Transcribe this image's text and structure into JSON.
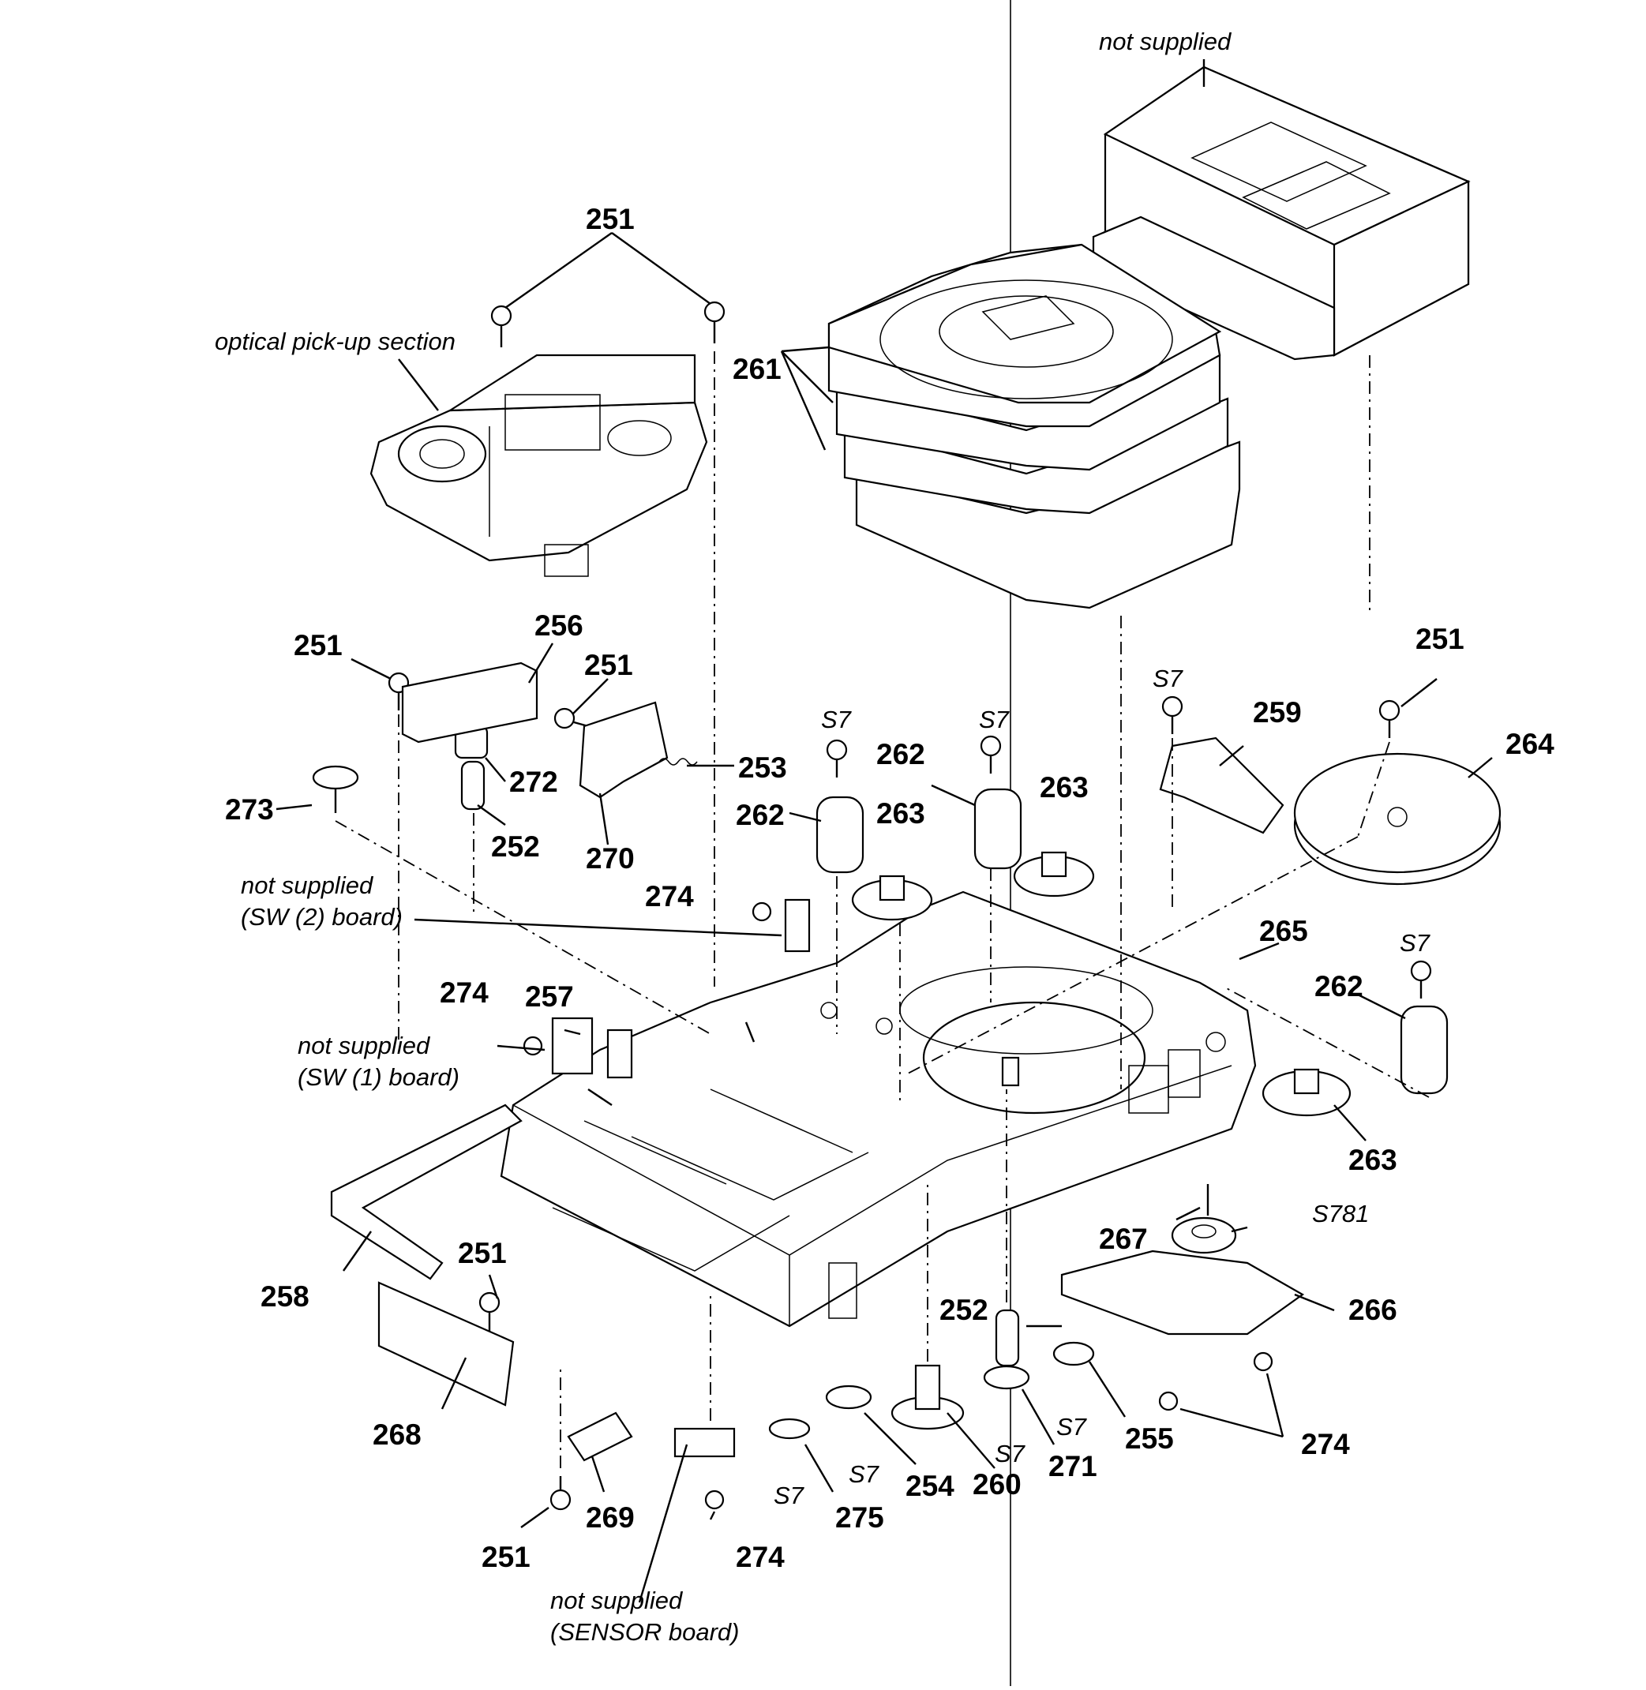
{
  "diagram": {
    "part_labels": {
      "p251a": "251",
      "p251b": "251",
      "p251c": "251",
      "p251d": "251",
      "p251e": "251",
      "p251f": "251",
      "p252a": "252",
      "p252b": "252",
      "p253": "253",
      "p254": "254",
      "p255": "255",
      "p256": "256",
      "p257": "257",
      "p258": "258",
      "p259": "259",
      "p260": "260",
      "p261": "261",
      "p262a": "262",
      "p262b": "262",
      "p262c": "262",
      "p263a": "263",
      "p263b": "263",
      "p263c": "263",
      "p264": "264",
      "p265": "265",
      "p266": "266",
      "p267": "267",
      "p268": "268",
      "p269": "269",
      "p270": "270",
      "p271": "271",
      "p272": "272",
      "p273": "273",
      "p274a": "274",
      "p274b": "274",
      "p274c": "274",
      "p274d": "274",
      "p275": "275",
      "s7a": "S7",
      "s7b": "S7",
      "s7c": "S7",
      "s7d": "S7",
      "s7e": "S7",
      "s7f": "S7",
      "s7g": "S7",
      "s7h": "S7",
      "s781": "S781"
    },
    "notes": {
      "optical": "optical pick-up section",
      "not_supplied_top": "not supplied",
      "sw2_line1": "not supplied",
      "sw2_line2": "(SW (2) board)",
      "sw1_line1": "not supplied",
      "sw1_line2": "(SW (1) board)",
      "sensor_line1": "not supplied",
      "sensor_line2": "(SENSOR board)"
    }
  }
}
